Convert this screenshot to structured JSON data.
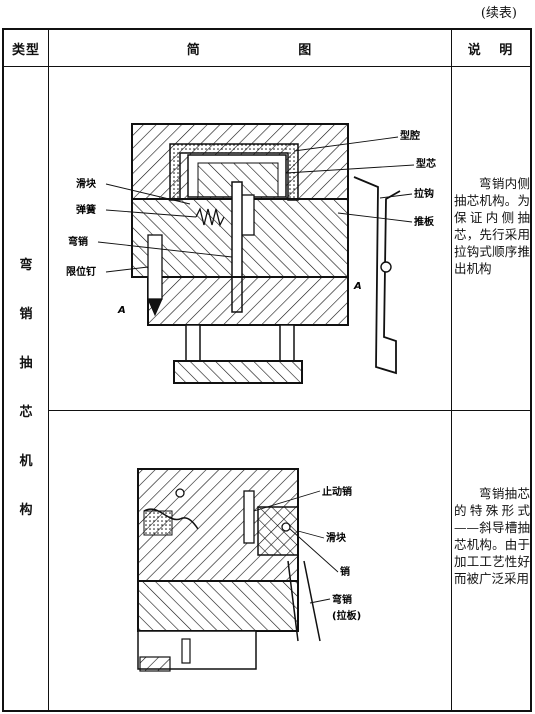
{
  "continued_label": "(续表)",
  "header": {
    "col_type": "类型",
    "col_figure_a": "简",
    "col_figure_b": "图",
    "col_desc_a": "说",
    "col_desc_b": "明"
  },
  "category": [
    "弯",
    "销",
    "抽",
    "芯",
    "机",
    "构"
  ],
  "rows": [
    {
      "description": "弯销内侧抽芯机构。为保证内侧抽芯，先行采用拉钩式顺序推出机构",
      "labels": {
        "cavity": "型腔",
        "core": "型芯",
        "hook": "拉钩",
        "push_plate": "推板",
        "slider": "滑块",
        "spring": "弹簧",
        "bent_pin": "弯销",
        "stop_pin": "限位钉",
        "section_left": "A",
        "section_right": "A"
      }
    },
    {
      "description": "弯销抽芯的特殊形式——斜导槽抽芯机构。由于加工工艺性好而被广泛采用",
      "labels": {
        "stop_pin": "止动销",
        "slider": "滑块",
        "pin": "销",
        "bent_pin": "弯销",
        "pull_plate": "(拉板)"
      }
    }
  ]
}
